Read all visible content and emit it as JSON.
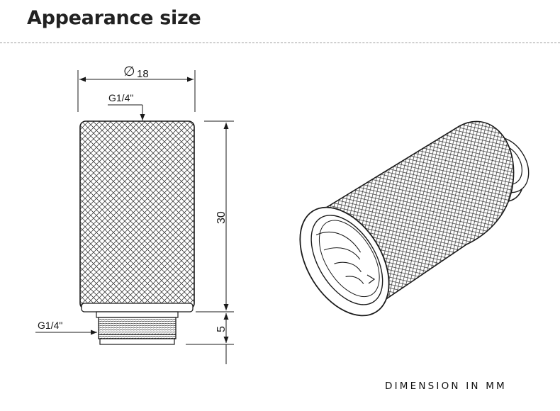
{
  "header": {
    "title": "Appearance size"
  },
  "front_view": {
    "diameter_symbol": "∅",
    "diameter_value": "18",
    "top_thread_label": "G1/4\"",
    "bottom_thread_label": "G1/4\"",
    "height_body": "30",
    "height_thread": "5"
  },
  "footer": {
    "units_note": "DIMENSION IN MM"
  }
}
